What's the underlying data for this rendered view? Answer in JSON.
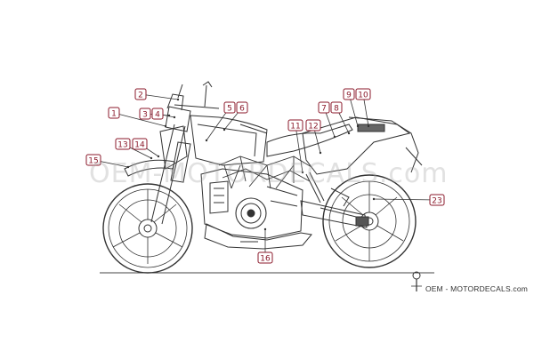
{
  "diagram": {
    "callouts": [
      {
        "id": "c1",
        "label": "1"
      },
      {
        "id": "c2",
        "label": "2"
      },
      {
        "id": "c3",
        "label": "3"
      },
      {
        "id": "c4",
        "label": "4"
      },
      {
        "id": "c5",
        "label": "5"
      },
      {
        "id": "c6",
        "label": "6"
      },
      {
        "id": "c7",
        "label": "7"
      },
      {
        "id": "c8",
        "label": "8"
      },
      {
        "id": "c9",
        "label": "9"
      },
      {
        "id": "c10",
        "label": "10"
      },
      {
        "id": "c11",
        "label": "11"
      },
      {
        "id": "c12",
        "label": "12"
      },
      {
        "id": "c13",
        "label": "13"
      },
      {
        "id": "c14",
        "label": "14"
      },
      {
        "id": "c15",
        "label": "15"
      },
      {
        "id": "c16",
        "label": "16"
      },
      {
        "id": "c23",
        "label": "23"
      }
    ],
    "callout_color": "#8b1a2b",
    "line_color": "#333333",
    "watermark_text": "OEM-MOTORDECALS.com",
    "brand_text": "OEM - MOTORDECALS.com"
  }
}
